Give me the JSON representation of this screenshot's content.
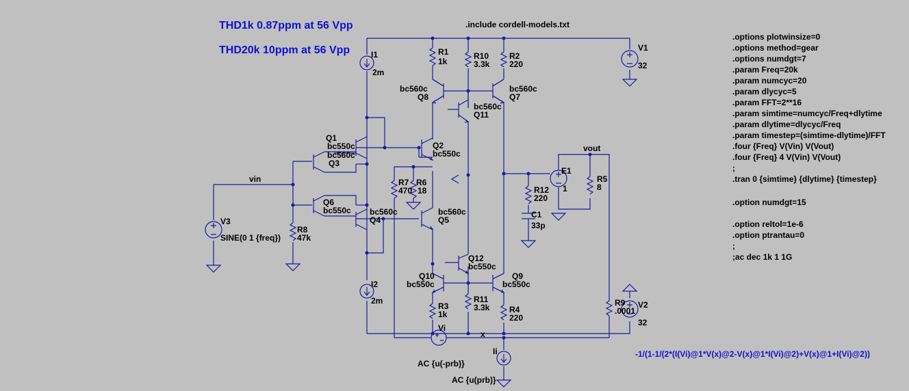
{
  "headers": {
    "thd1k": "THD1k 0.87ppm at 56 Vpp",
    "thd20k": "THD20k 10ppm at 56 Vpp"
  },
  "include_directive": ".include cordell-models.txt",
  "spice_directives": [
    ".options plotwinsize=0",
    ".options method=gear",
    ".options numdgt=7",
    ".param Freq=20k",
    ".param numcyc=20",
    ".param dlycyc=5",
    ".param FFT=2**16",
    ".param simtime=numcyc/Freq+dlytime",
    ".param dlytime=dlycyc/Freq",
    ".param timestep=(simtime-dlytime)/FFT",
    ".four {Freq} V(Vin) V(Vout)",
    ".four {Freq} 4 V(Vin) V(Vout)",
    ";",
    ".tran 0 {simtime} {dlytime} {timestep}",
    "",
    ".option numdgt=15",
    "",
    ".option reltol=1e-6",
    ".option ptrantau=0",
    ";",
    ";ac dec 1k 1 1G"
  ],
  "expression": "-1/(1-1/(2*(I(Vi)@1*V(x)@2-V(x)@1*I(Vi)@2)+V(x)@1+I(Vi)@2))",
  "components": {
    "I1": {
      "name": "I1",
      "value": "2m"
    },
    "I2": {
      "name": "I2",
      "value": "2m"
    },
    "R1": {
      "name": "R1",
      "value": "1k"
    },
    "R10": {
      "name": "R10",
      "value": "3.3k"
    },
    "R2": {
      "name": "R2",
      "value": "220"
    },
    "R3": {
      "name": "R3",
      "value": "1k"
    },
    "R11": {
      "name": "R11",
      "value": "3.3k"
    },
    "R4": {
      "name": "R4",
      "value": "220"
    },
    "R7": {
      "name": "R7",
      "value": "470"
    },
    "R6": {
      "name": "R6",
      "value": "18"
    },
    "R8": {
      "name": "R8",
      "value": "47k"
    },
    "R12": {
      "name": "R12",
      "value": "220"
    },
    "R5": {
      "name": "R5",
      "value": "8"
    },
    "R9": {
      "name": "R9",
      "value": ".0001"
    },
    "C1": {
      "name": "C1",
      "value": "33p"
    },
    "E1": {
      "name": "E1",
      "value": "1"
    },
    "V1": {
      "name": "V1",
      "value": "32"
    },
    "V2": {
      "name": "V2",
      "value": "32"
    },
    "V3": {
      "name": "V3",
      "value": "SINE(0 1 {freq})"
    },
    "Vi": {
      "name": "Vi",
      "value": "AC {u(-prb)}"
    },
    "Ii": {
      "name": "Ii",
      "value": "AC {u(prb)}"
    },
    "Q1": {
      "name": "Q1",
      "model": "bc550c"
    },
    "Q2": {
      "name": "Q2",
      "model": "bc550c"
    },
    "Q3": {
      "name": "Q3",
      "model": "bc560c"
    },
    "Q4": {
      "name": "Q4",
      "model": "bc560c"
    },
    "Q5": {
      "name": "Q5",
      "model": "bc560c"
    },
    "Q6": {
      "name": "Q6",
      "model": "bc550c"
    },
    "Q7": {
      "name": "Q7",
      "model": "bc560c"
    },
    "Q8": {
      "name": "Q8",
      "model": "bc560c"
    },
    "Q9": {
      "name": "Q9",
      "model": "bc550c"
    },
    "Q10": {
      "name": "Q10",
      "model": "bc550c"
    },
    "Q11": {
      "name": "Q11",
      "model": "bc560c"
    },
    "Q12": {
      "name": "Q12",
      "model": "bc550c"
    }
  },
  "net_labels": {
    "vin": "vin",
    "vout": "vout",
    "x": "x"
  }
}
